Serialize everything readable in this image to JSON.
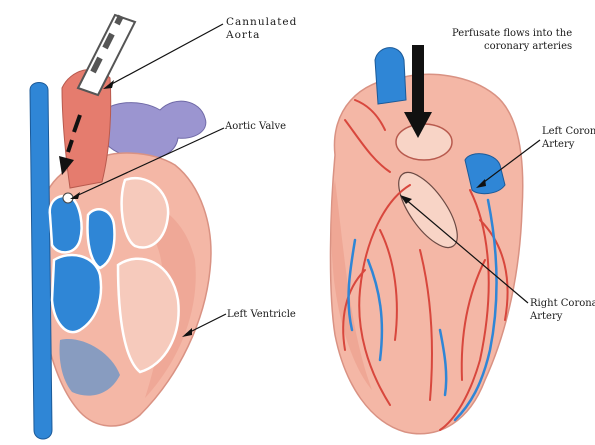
{
  "labels": {
    "cannulated_line1": "Cannulated",
    "cannulated_line2": "Aorta",
    "aortic_valve": "Aortic Valve",
    "left_ventricle": "Left Ventricle",
    "perfusate_line1": "Perfusate flows into the",
    "perfusate_line2": "coronary arteries",
    "left_coronary_line1": "Left Coronary",
    "left_coronary_line2": "Artery",
    "right_coronary_line1": "Right Coronary",
    "right_coronary_line2": "Artery"
  },
  "colors": {
    "heart_muscle": "#f4b7a6",
    "heart_shadow": "#e79384",
    "aorta": "#e57c6e",
    "vein_blue": "#2f86d6",
    "vessel_purple": "#9b95d0",
    "artery_red": "#d8473d",
    "cannula": "#555555"
  }
}
